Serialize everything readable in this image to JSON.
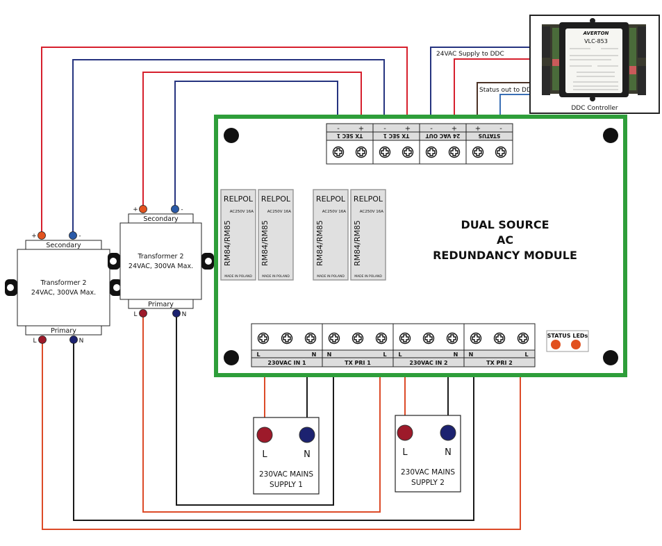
{
  "colors": {
    "module_border": "#2e9e3a",
    "wire_red": "#d61f2c",
    "wire_blue": "#25337f",
    "wire_orange": "#dc4a27",
    "wire_black": "#1a1a1a",
    "wire_brown": "#4b3225",
    "wire_light_blue": "#3a6fb5",
    "terminal_plus": "#e2531f",
    "terminal_minus": "#2a5aa8",
    "terminal_L": "#9d1a2a",
    "terminal_N": "#1c2270",
    "led": "#e1501f",
    "relay_fill": "#e0e0e0"
  },
  "module": {
    "title_lines": [
      "DUAL SOURCE",
      "AC",
      "REDUNDANCY MODULE"
    ],
    "status_leds_label": "STATUS LEDs"
  },
  "top_terminals": {
    "groups": [
      {
        "name": "TX SEC 1",
        "pins": [
          "-",
          "+"
        ]
      },
      {
        "name": "TX SEC 1",
        "pins": [
          "-",
          "+"
        ]
      },
      {
        "name": "24 VAC OUT",
        "pins": [
          "-",
          "+"
        ]
      },
      {
        "name": "STATUS",
        "pins": [
          "+",
          "-"
        ]
      }
    ]
  },
  "bottom_terminals": {
    "groups": [
      {
        "name": "230VAC IN 1",
        "pins": [
          "L",
          "N"
        ]
      },
      {
        "name": "TX PRI 1",
        "pins": [
          "N",
          "L"
        ]
      },
      {
        "name": "230VAC IN 2",
        "pins": [
          "L",
          "N"
        ]
      },
      {
        "name": "TX PRI 2",
        "pins": [
          "N",
          "L"
        ]
      }
    ]
  },
  "relays": [
    {
      "brand": "RELPOL",
      "rating": "AC250V 16A",
      "model": "RM84/RM85",
      "origin": "MADE IN POLAND"
    },
    {
      "brand": "RELPOL",
      "rating": "AC250V 16A",
      "model": "RM84/RM85",
      "origin": "MADE IN POLAND"
    },
    {
      "brand": "RELPOL",
      "rating": "AC250V 16A",
      "model": "RM84/RM85",
      "origin": "MADE IN POLAND"
    },
    {
      "brand": "RELPOL",
      "rating": "AC250V 16A",
      "model": "RM84/RM85",
      "origin": "MADE IN POLAND"
    }
  ],
  "transformers": [
    {
      "name": "Transformer 2",
      "spec": "24VAC, 300VA Max.",
      "secondary": "Secondary",
      "primary": "Primary",
      "sec_plus": "+",
      "sec_minus": "-",
      "pri_L": "L",
      "pri_N": "N"
    },
    {
      "name": "Transformer 2",
      "spec": "24VAC, 300VA Max.",
      "secondary": "Secondary",
      "primary": "Primary",
      "sec_plus": "+",
      "sec_minus": "-",
      "pri_L": "L",
      "pri_N": "N"
    }
  ],
  "mains": [
    {
      "L": "L",
      "N": "N",
      "label_lines": [
        "230VAC MAINS",
        "SUPPLY 1"
      ]
    },
    {
      "L": "L",
      "N": "N",
      "label_lines": [
        "230VAC MAINS",
        "SUPPLY 2"
      ]
    }
  ],
  "ddc": {
    "caption": "DDC Controller",
    "brand": "AVERTON",
    "model": "VLC-853"
  },
  "wire_labels": {
    "supply": "24VAC Supply to DDC",
    "status": "Status out to DDC"
  }
}
